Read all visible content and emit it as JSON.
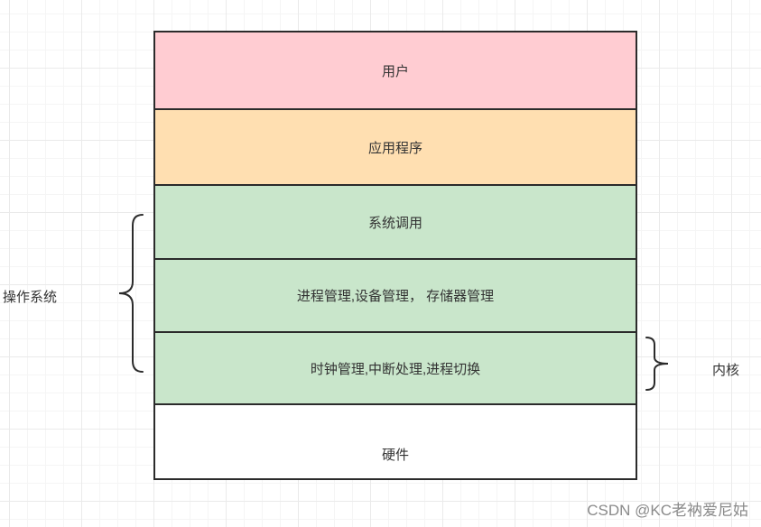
{
  "diagram": {
    "layers": [
      {
        "id": "user",
        "label": "用户",
        "color": "#ffccd2"
      },
      {
        "id": "app",
        "label": "应用程序",
        "color": "#ffdfb1"
      },
      {
        "id": "syscall",
        "label": "系统调用",
        "color": "#c9e6cb"
      },
      {
        "id": "mgmt",
        "label": "进程管理,设备管理， 存储器管理",
        "color": "#c9e6cb"
      },
      {
        "id": "kernel",
        "label": "时钟管理,中断处理,进程切换",
        "color": "#c9e6cb"
      },
      {
        "id": "hardware",
        "label": "硬件",
        "color": "#ffffff"
      }
    ],
    "os_label": "操作系统",
    "kernel_label": "内核"
  },
  "watermark": "CSDN @KC老衲爱尼姑"
}
